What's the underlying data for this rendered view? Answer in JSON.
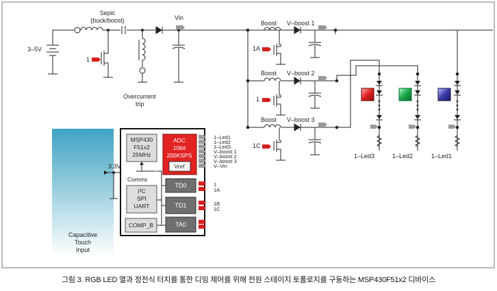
{
  "diagram": {
    "supply_label": "3–5V",
    "sepic_label_line1": "Sepic",
    "sepic_label_line2": "(buck/boost)",
    "vin_label": "Vin",
    "overcurrent_line1": "Overcurrent",
    "overcurrent_line2": "trip",
    "sepic_gate_label": "1",
    "stages": [
      {
        "boost_label": "Boost",
        "vboost_label": "V–boost 1",
        "gate_label": "1A"
      },
      {
        "boost_label": "Boost",
        "vboost_label": "V–boost 2",
        "gate_label": "1"
      },
      {
        "boost_label": "Boost",
        "vboost_label": "V–boost 3",
        "gate_label": "1C"
      }
    ],
    "led_strings": [
      {
        "name": "1–Led3",
        "color": "#e02020"
      },
      {
        "name": "1–Led2",
        "color": "#1aa64a"
      },
      {
        "name": "1–Led1",
        "color": "#3a3aa8"
      }
    ],
    "touch_label_line1": "Capacitive",
    "touch_label_line2": "Touch",
    "touch_label_line3": "Input",
    "supply_33": "3.3V",
    "mcu": {
      "name_line1": "MSP430",
      "name_line2": "F51x2",
      "name_line3": "25MHz",
      "comms": "Comms",
      "i2c": "I²C",
      "spi": "SPI",
      "uart": "UART",
      "comp": "COMP_B",
      "adc_line1": "ADC",
      "adc_line2": "10bit",
      "adc_line3": "200KSPS",
      "vref": "Vref",
      "td0": "TD0",
      "td1": "TD1",
      "ta0": "TA0"
    },
    "adc_pins": [
      "1–Led1",
      "1–Led2",
      "1–Led3",
      "V–boost 1",
      "V–boost 2",
      "V–boost 3",
      "V–Vin"
    ],
    "td0_pins": [
      "1",
      "1A"
    ],
    "td1_pins": [
      "1B",
      "1C"
    ]
  },
  "caption": "그림 3. RGB LED 열과 정전식 터치를 통한 디밍 제어를 위해 전원 스테이지 토폴로지를 구동하는 MSP430F51x2 디바이스"
}
